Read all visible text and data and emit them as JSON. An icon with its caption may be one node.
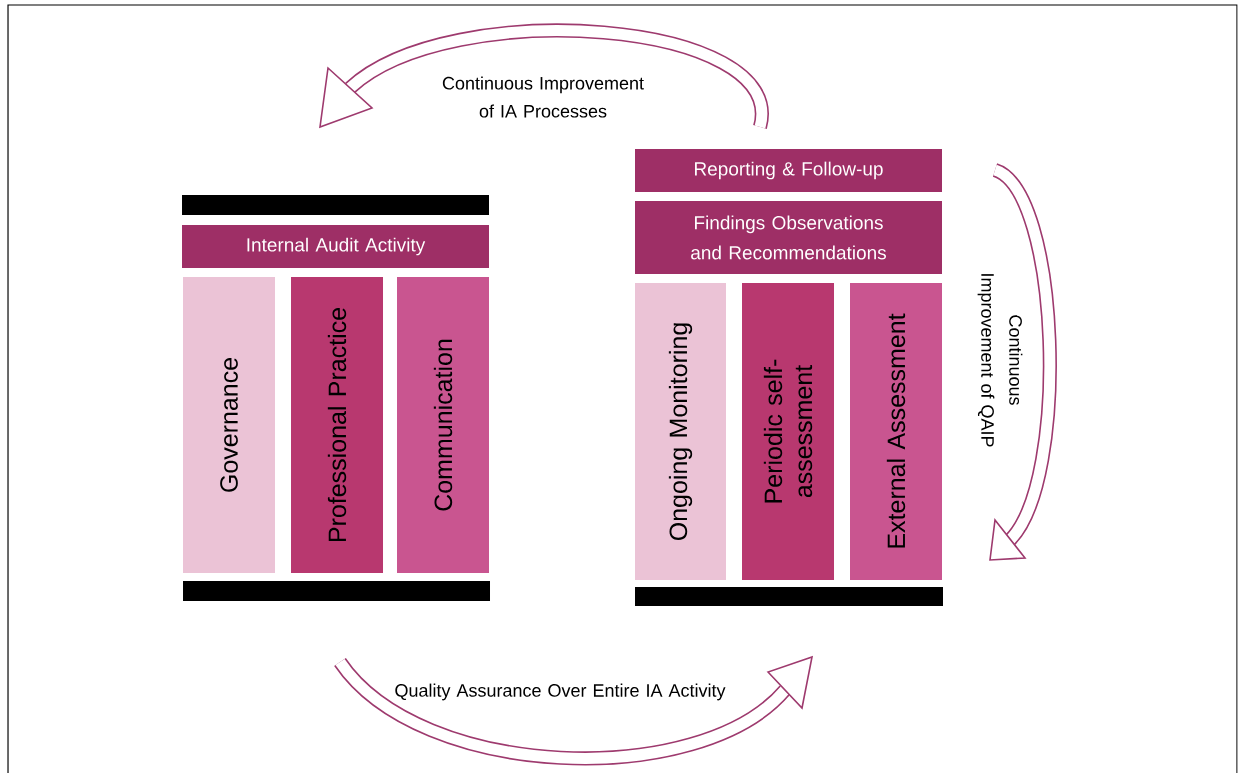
{
  "diagram": {
    "nodes": [
      {
        "text": [],
        "shape": "bar"
      },
      {
        "text": [
          "Internal Audit Activity"
        ]
      },
      {
        "text": [
          "Governance"
        ]
      },
      {
        "text": [
          "Professional Practice"
        ]
      },
      {
        "text": [
          "Communication"
        ]
      },
      {
        "text": [],
        "shape": "bar"
      },
      {
        "text": [
          "Reporting & Follow-up"
        ]
      },
      {
        "text": [
          "Findings Observations and Recommendations"
        ]
      },
      {
        "text": [
          "Ongoing Monitoring"
        ]
      },
      {
        "text": [
          "Periodic self-assessment"
        ]
      },
      {
        "text": [
          "External Assessment"
        ]
      },
      {
        "text": [],
        "shape": "bar"
      }
    ],
    "labels": [
      "Continuous Improvement of IA Processes",
      "Continuous Improvement of QAIP",
      "Quality Assurance Over Entire IA Activity"
    ]
  }
}
